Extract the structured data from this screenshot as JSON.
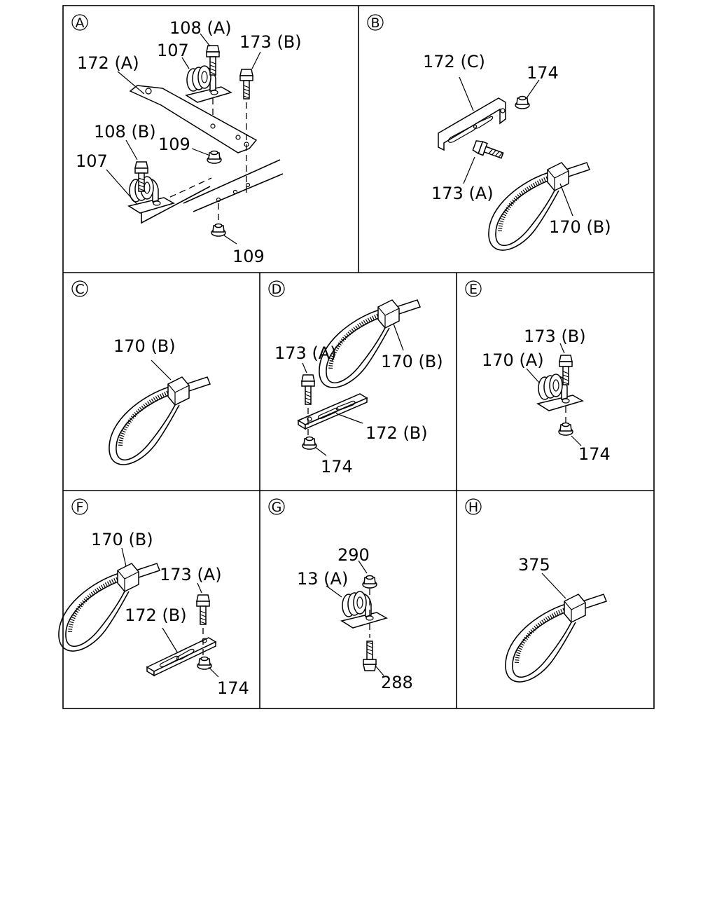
{
  "panels": [
    {
      "id": "A",
      "labels": [
        "108 (A)",
        "173 (B)",
        "107",
        "172 (A)",
        "108 (B)",
        "109",
        "107",
        "109"
      ]
    },
    {
      "id": "B",
      "labels": [
        "172 (C)",
        "174",
        "173 (A)",
        "170 (B)"
      ]
    },
    {
      "id": "C",
      "labels": [
        "170 (B)"
      ]
    },
    {
      "id": "D",
      "labels": [
        "173 (A)",
        "170 (B)",
        "172 (B)",
        "174"
      ]
    },
    {
      "id": "E",
      "labels": [
        "173 (B)",
        "170 (A)",
        "174"
      ]
    },
    {
      "id": "F",
      "labels": [
        "170 (B)",
        "173 (A)",
        "172 (B)",
        "174"
      ]
    },
    {
      "id": "G",
      "labels": [
        "290",
        "13 (A)",
        "288"
      ]
    },
    {
      "id": "H",
      "labels": [
        "375"
      ]
    }
  ]
}
